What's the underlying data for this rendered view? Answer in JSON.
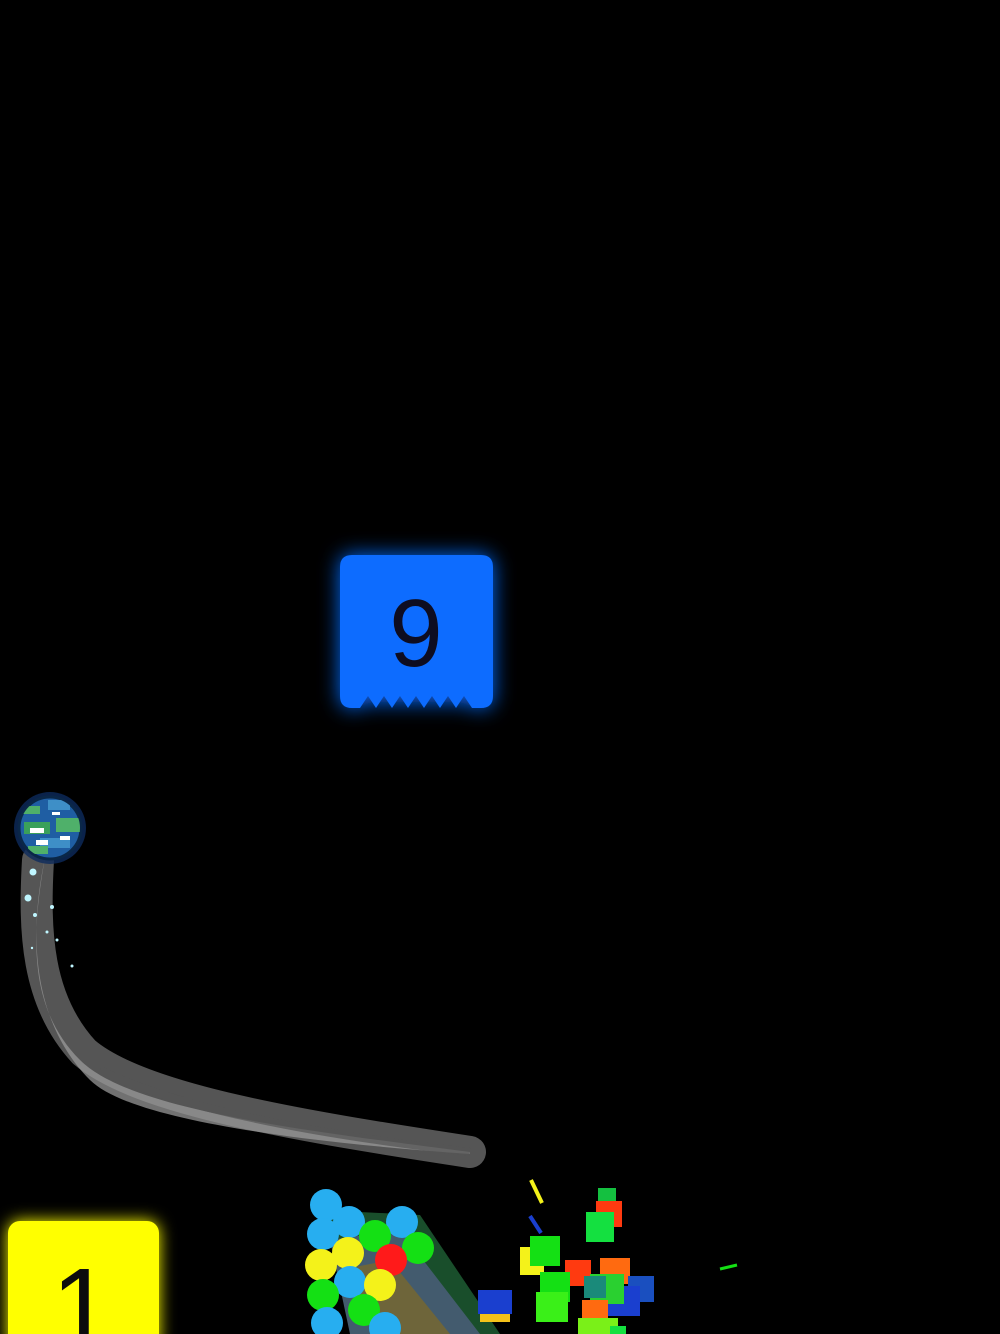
{
  "game": {
    "blocks": [
      {
        "id": "target",
        "value": "9",
        "color": "#0a6cff",
        "glow": "#0a6cff"
      },
      {
        "id": "corner",
        "value": "1",
        "color": "#ffff00",
        "glow": "#ffff00"
      }
    ],
    "player": {
      "icon": "earth-planet-icon"
    }
  }
}
